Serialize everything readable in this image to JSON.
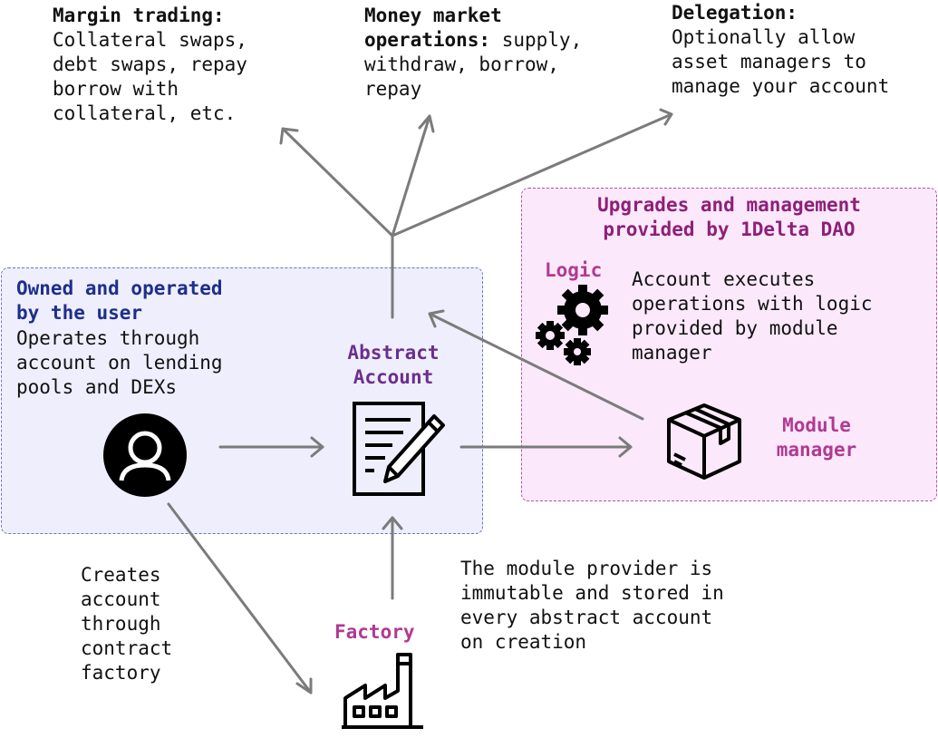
{
  "top_labels": {
    "margin": {
      "title": "Margin trading:",
      "body": "Collateral swaps,\ndebt swaps, repay\nborrow with\ncollateral, etc."
    },
    "money_market": {
      "title_line1": "Money market",
      "title_line2": "operations:",
      "body_line2_rest": " supply,",
      "body": "withdraw, borrow,\nrepay"
    },
    "delegation": {
      "title": "Delegation:",
      "body": "Optionally allow\nasset managers to\nmanage your account"
    }
  },
  "user_box": {
    "title": "Owned and operated\nby the user",
    "body": "Operates through\naccount on lending\npools and DEXs"
  },
  "abstract_account": {
    "label": "Abstract\nAccount"
  },
  "dao_box": {
    "title": "Upgrades and management\nprovided by 1Delta DAO",
    "logic_label": "Logic",
    "logic_body": "Account executes\noperations with logic\nprovided by module\nmanager",
    "module_label": "Module\nmanager"
  },
  "factory": {
    "label": "Factory"
  },
  "creates_text": "Creates\naccount\nthrough\ncontract\nfactory",
  "provider_text": "The module provider is\nimmutable and stored in\nevery abstract account\non creation",
  "icons": [
    "user-icon",
    "document-pen-icon",
    "gears-icon",
    "box-icon",
    "factory-icon"
  ],
  "colors": {
    "user_title": "#1d2f8c",
    "account_label": "#6b2f8c",
    "dao_title": "#8e1f78",
    "module_label": "#b03a92",
    "user_box_fill": "#efeefc",
    "dao_box_fill": "#fbe9fb",
    "arrow": "#7b7b7b"
  }
}
